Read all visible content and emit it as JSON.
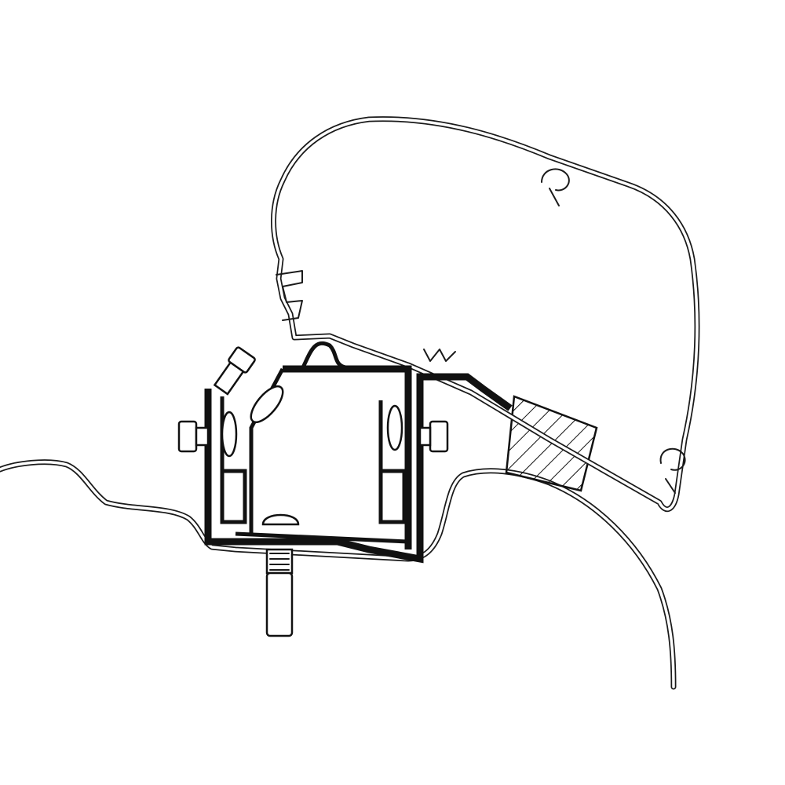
{
  "diagram": {
    "colors": {
      "line": "#1a1a1a",
      "background": "#ffffff"
    },
    "components": [
      "vehicle-roof",
      "awning-casing",
      "adapter-bracket",
      "side-bolts",
      "mounting-stud",
      "spacer-block"
    ]
  }
}
